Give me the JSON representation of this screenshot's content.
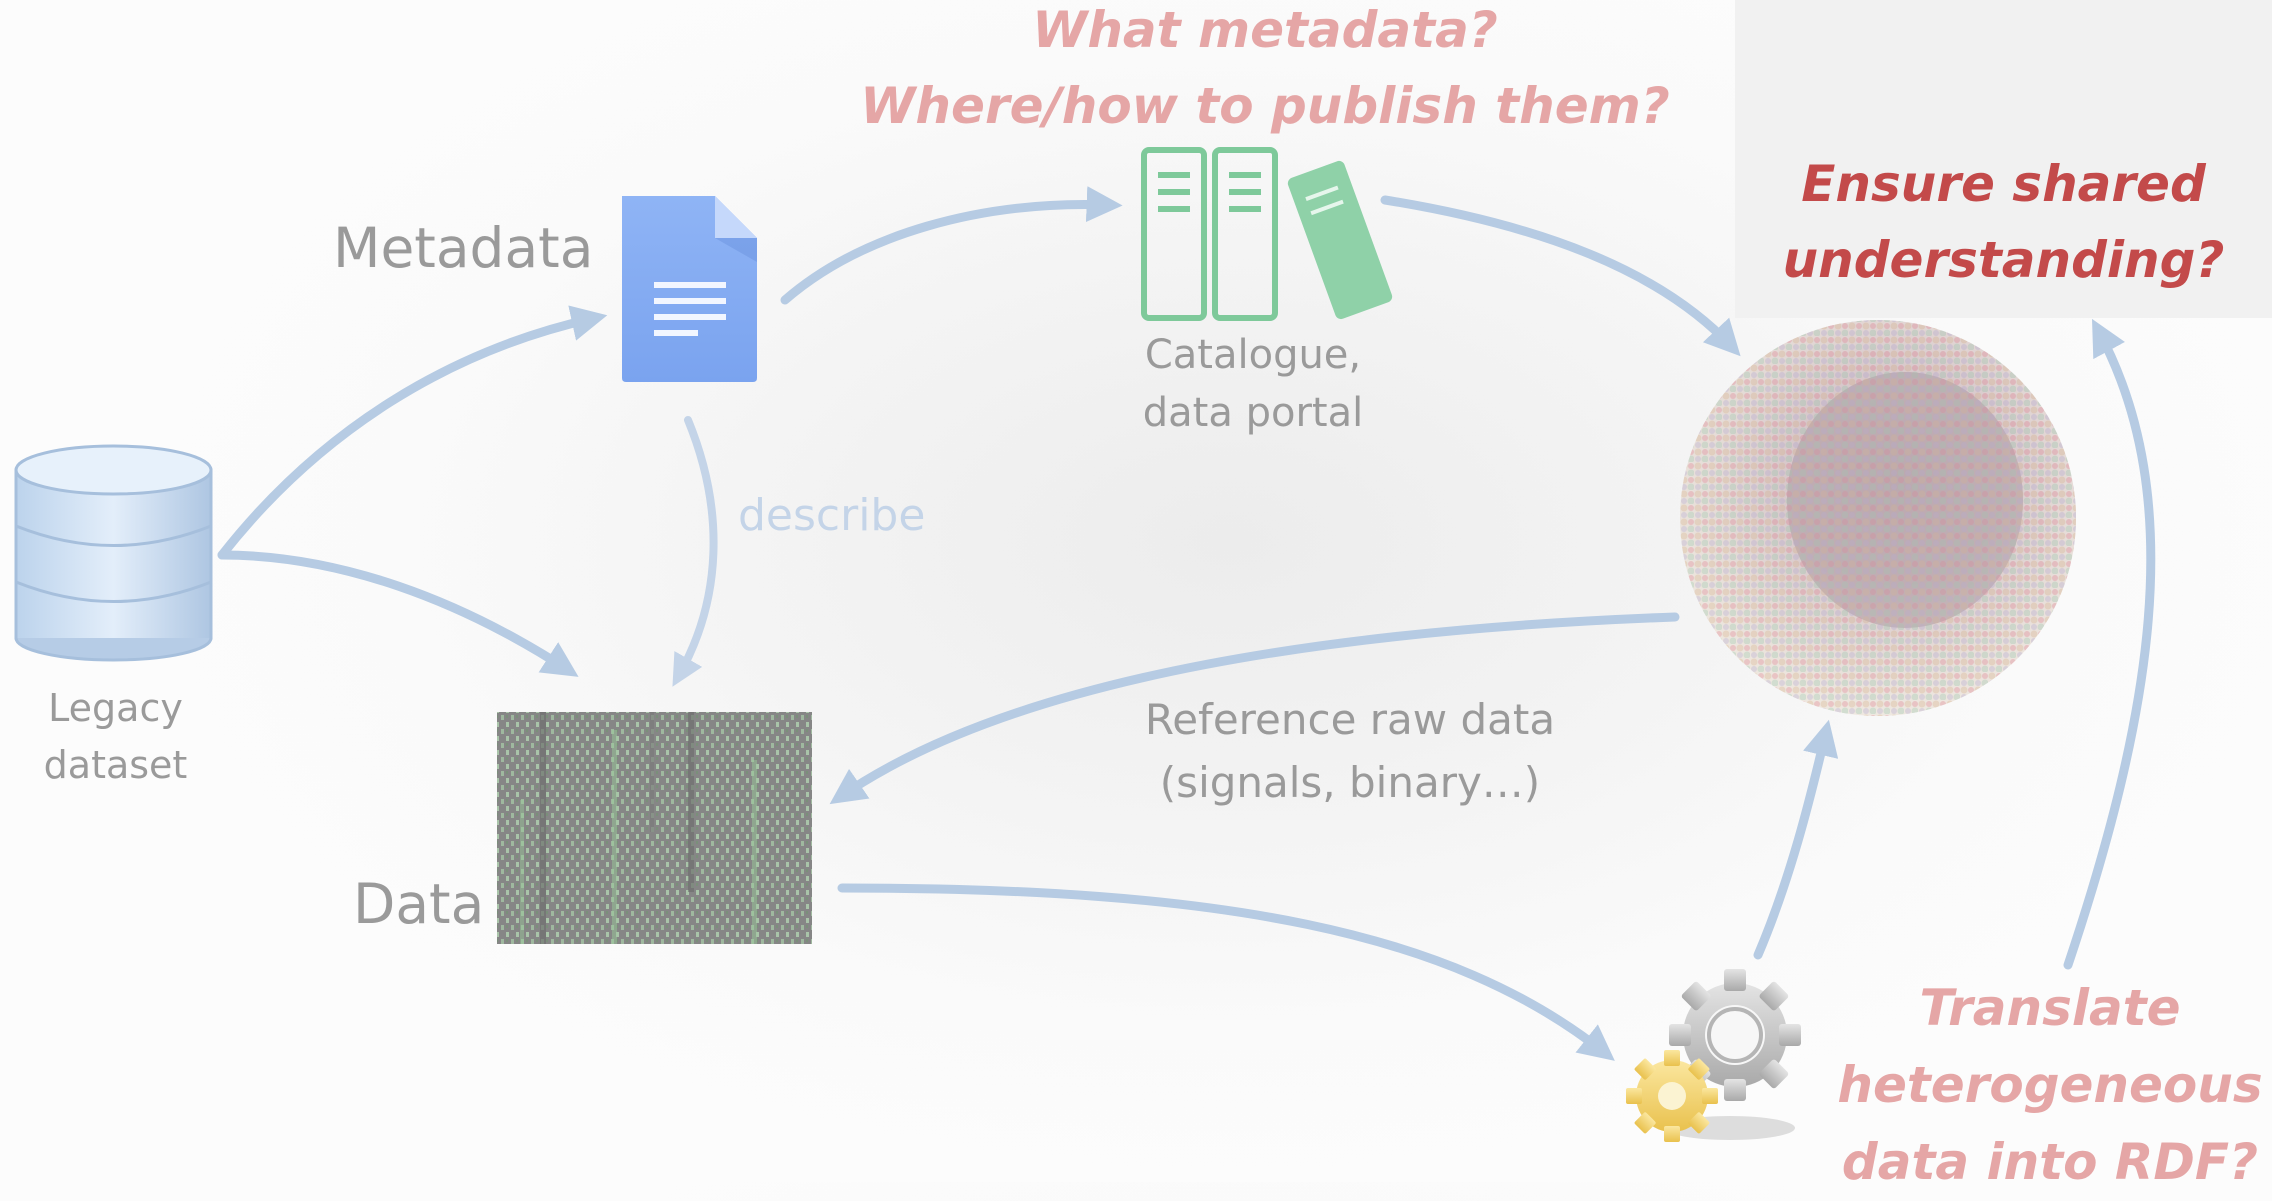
{
  "labels": {
    "metadata": "Metadata",
    "data": "Data",
    "describe": "describe",
    "legacy_line1": "Legacy",
    "legacy_line2": "dataset",
    "catalogue_line1": "Catalogue,",
    "catalogue_line2": "data portal",
    "reference_line1": "Reference raw data",
    "reference_line2": "(signals, binary…)"
  },
  "questions": {
    "metadata_line1": "What metadata?",
    "metadata_line2": "Where/how to publish them?",
    "understanding_line1": "Ensure shared",
    "understanding_line2": "understanding?",
    "translate_line1": "Translate",
    "translate_line2": "heterogeneous",
    "translate_line3": "data into RDF?"
  },
  "icons": {
    "legacy": "database-icon",
    "metadata": "document-icon",
    "catalogue": "binders-icon",
    "data": "binary-matrix-icon",
    "graph": "knowledge-graph-icon",
    "transform": "gears-icon"
  },
  "colors": {
    "arrow": "#b6cbe3",
    "question_faded": "#e5a6a6",
    "question_active": "#c34a4a",
    "label": "#9a9a9a",
    "describe": "#c4d4e8",
    "catalogue_green": "#7ec99a"
  }
}
